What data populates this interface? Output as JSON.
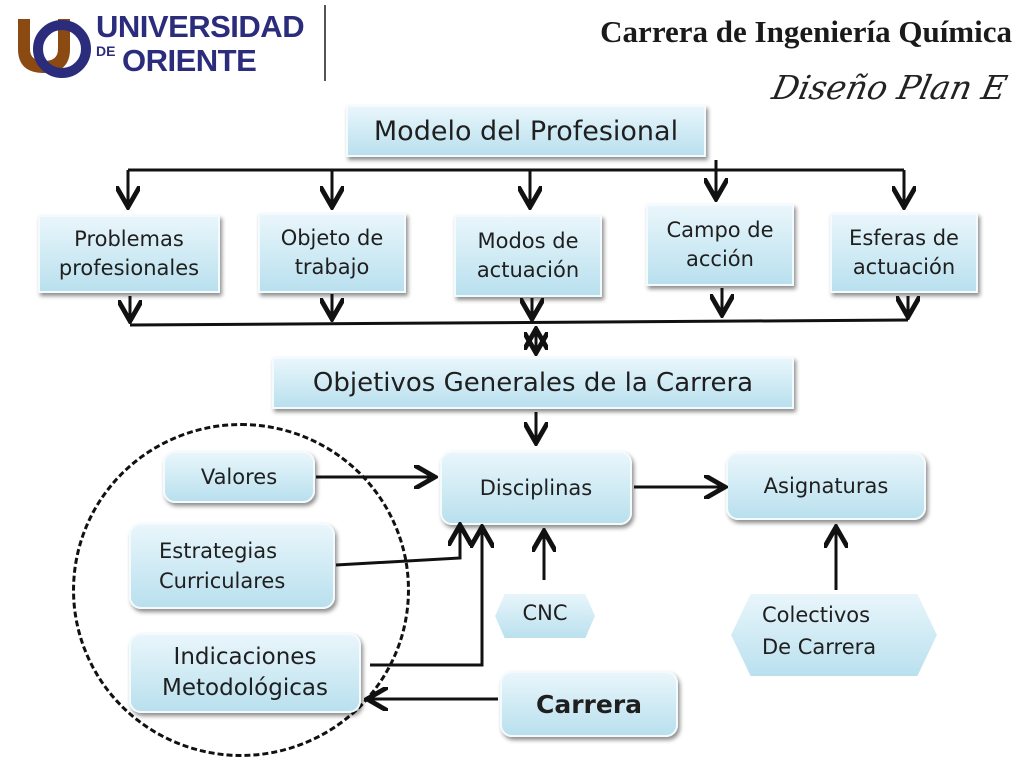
{
  "header": {
    "logo_line1": "UNIVERSIDAD",
    "logo_de": "DE",
    "logo_line2": "ORIENTE",
    "title": "Carrera de Ingeniería Química",
    "subtitle": "Diseño Plan E"
  },
  "diagram": {
    "modelo": "Modelo del Profesional",
    "problemas": "Problemas profesionales",
    "objeto": "Objeto de trabajo",
    "modos": "Modos de actuación",
    "campo": "Campo de acción",
    "esferas": "Esferas de actuación",
    "objetivos": "Objetivos Generales de la Carrera",
    "valores": "Valores",
    "estrategias": "Estrategias Curriculares",
    "indicaciones": "Indicaciones Metodológicas",
    "disciplinas": "Disciplinas",
    "asignaturas": "Asignaturas",
    "cnc": "CNC",
    "colectivos": "Colectivos De Carrera",
    "carrera": "Carrera"
  },
  "colors": {
    "logo_navy": "#2b2d7c",
    "logo_brown": "#8a4a12",
    "box_fill_top": "#e9f6fb",
    "box_fill_bottom": "#b9e0ee",
    "arrow": "#111111"
  }
}
